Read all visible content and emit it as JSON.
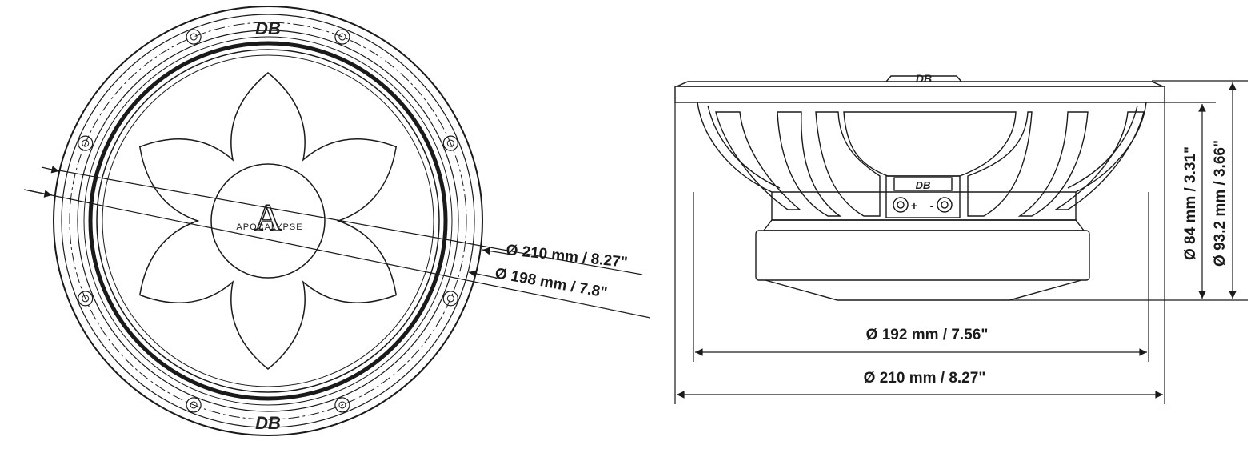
{
  "front_view": {
    "logo_top": "DB",
    "logo_bottom": "DB",
    "dust_cap_letter": "A",
    "dust_cap_model": "APOCALYPSE",
    "dim_outer": "Ø 210 mm / 8.27\"",
    "dim_inner": "Ø 198 mm / 7.8\""
  },
  "side_view": {
    "magnet_logo": "DB",
    "top_logo": "DB",
    "terminal_plus": "+",
    "terminal_minus": "-",
    "dim_magnet_diameter": "Ø 192 mm / 7.56\"",
    "dim_frame_diameter": "Ø 210 mm / 8.27\"",
    "dim_mount_depth": "Ø 84 mm / 3.31\"",
    "dim_total_depth": "Ø 93.2 mm / 3.66\""
  },
  "colors": {
    "line": "#1a1a1a",
    "background": "#ffffff"
  }
}
